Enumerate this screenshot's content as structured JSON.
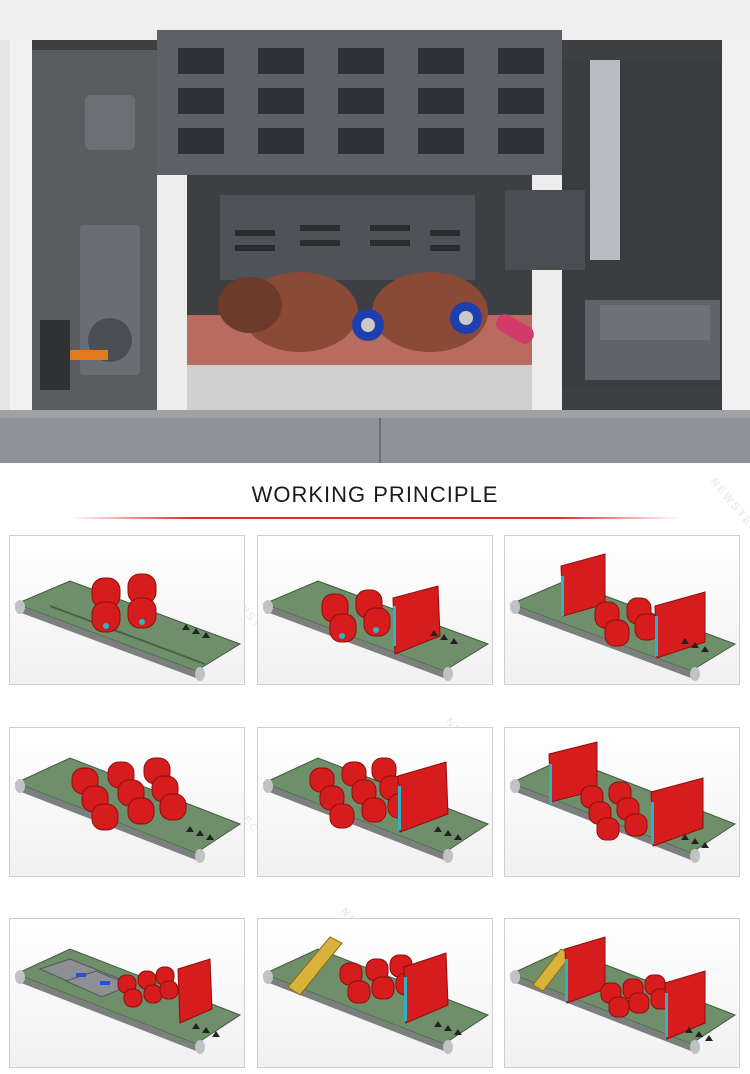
{
  "section_title": "WORKING PRINCIPLE",
  "watermark": "NEWSTEC",
  "colors": {
    "accent_red": "#e02a2a",
    "belt_green": "#6f8f6a",
    "roller_red": "#d61c1c",
    "panel_gray": "#595f66"
  },
  "diagrams": [
    {
      "id": 1,
      "configuration": "two roller brushes"
    },
    {
      "id": 2,
      "configuration": "two roller brushes and one disc brush"
    },
    {
      "id": 3,
      "configuration": "two disc brushes and two roller brushes"
    },
    {
      "id": 4,
      "configuration": "six roller brushes"
    },
    {
      "id": 5,
      "configuration": "six roller brushes and one disc brush"
    },
    {
      "id": 6,
      "configuration": "two disc brushes and six roller brushes"
    },
    {
      "id": 7,
      "configuration": "sanding belt, six roller brushes and one disc brush"
    },
    {
      "id": 8,
      "configuration": "sanding roller, six roller brushes and one disc brush"
    },
    {
      "id": 9,
      "configuration": "sanding roller, two disc brushes and six roller brushes"
    }
  ]
}
